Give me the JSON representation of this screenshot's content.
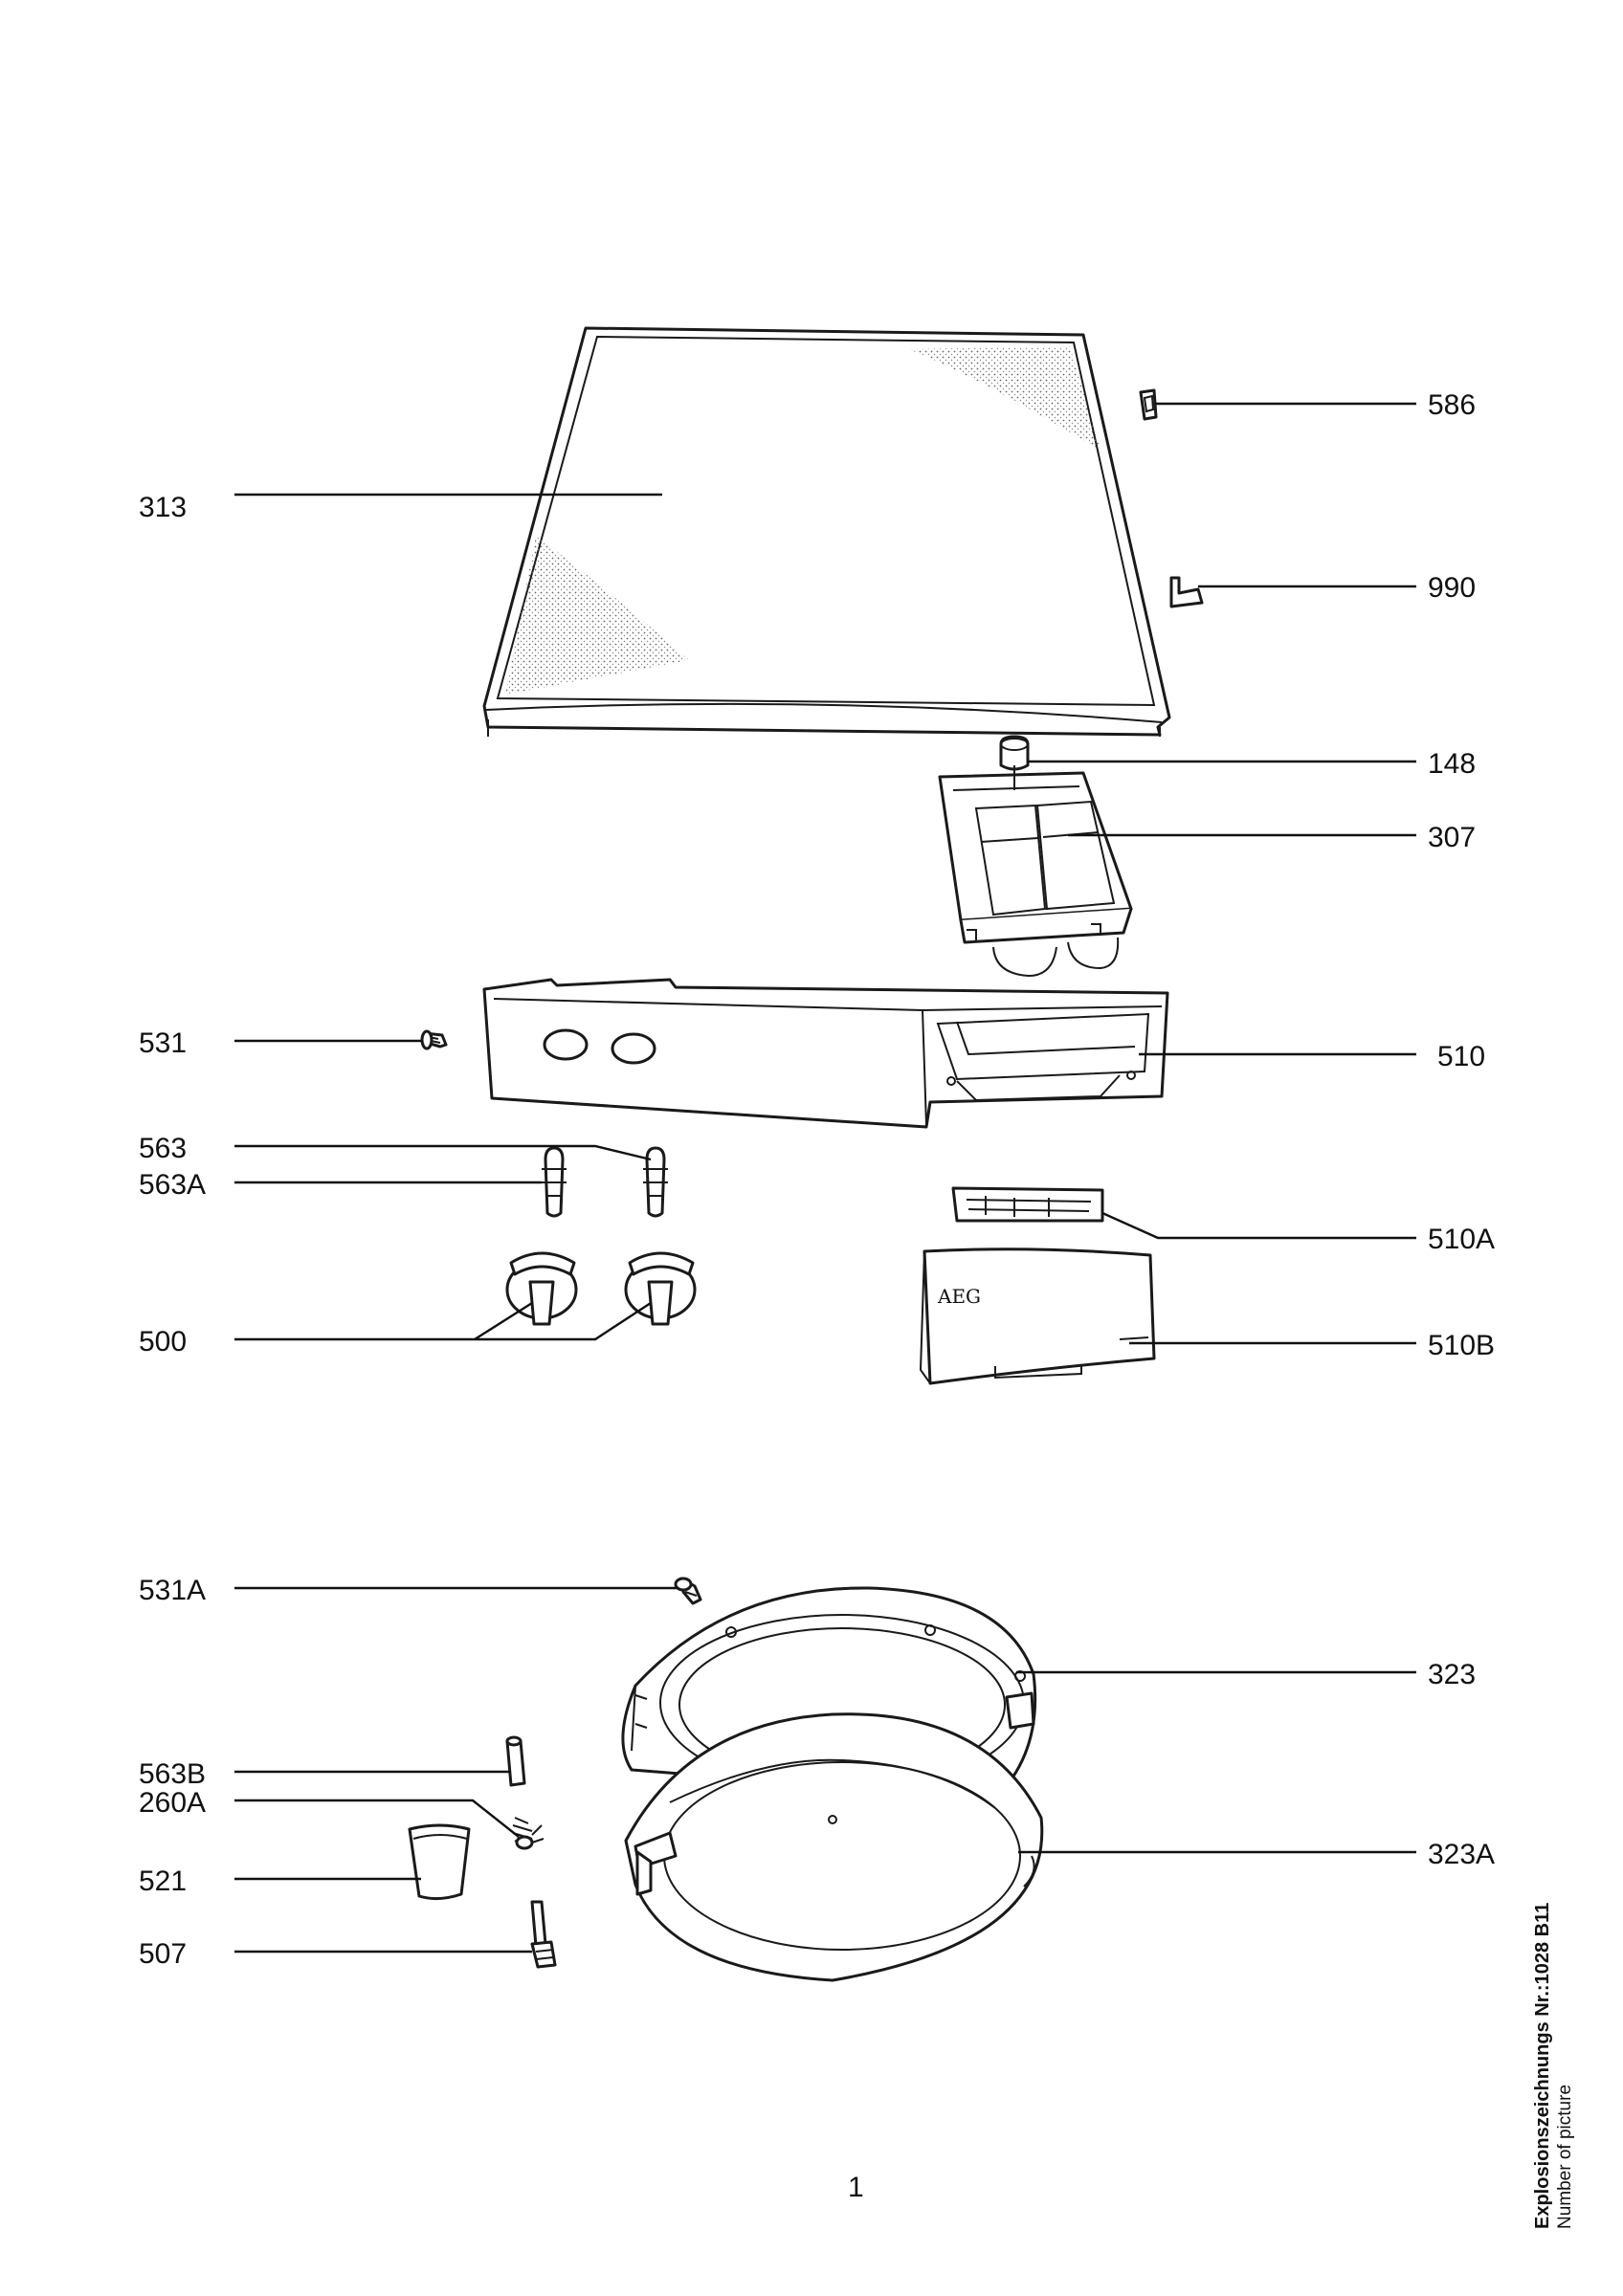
{
  "labels": {
    "p313": "313",
    "p586": "586",
    "p990": "990",
    "p148": "148",
    "p307": "307",
    "p531": "531",
    "p510": "510",
    "p563": "563",
    "p563A": "563A",
    "p510A": "510A",
    "p500": "500",
    "p510B": "510B",
    "p531A": "531A",
    "p323": "323",
    "p563B": "563B",
    "p260A": "260A",
    "p323A": "323A",
    "p521": "521",
    "p507": "507"
  },
  "brand_mark": "AEG",
  "footer": {
    "title": "Explosionszeichnungs Nr.:1028 B11",
    "subtitle": "Number of picture",
    "page_number": "1"
  }
}
